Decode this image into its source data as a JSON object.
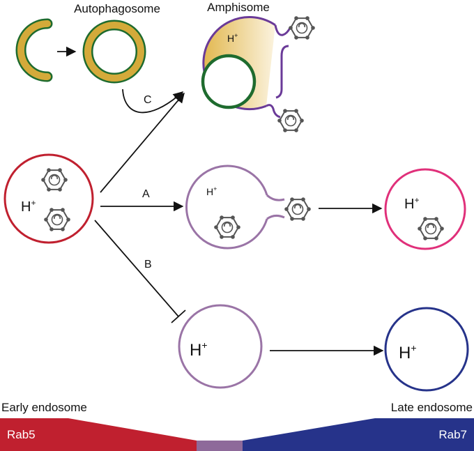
{
  "labels": {
    "autophagosome": "Autophagosome",
    "amphisome": "Amphisome",
    "path_a": "A",
    "path_b": "B",
    "path_c": "C",
    "proton": "H",
    "proton_charge": "+",
    "early_endosome": "Early endosome",
    "late_endosome": "Late endosome",
    "rab5": "Rab5",
    "rab7": "Rab7"
  },
  "colors": {
    "early_endosome": "#c0202f",
    "maturing_endosome": "#9a74a6",
    "late_endosome_magenta": "#e0307a",
    "late_endosome_navy": "#26338a",
    "autophagosome_ring": "#d4aa3a",
    "autophagosome_edge": "#1e6b2e",
    "amphisome_membrane": "#6a3a98",
    "amphisome_fill_start": "#e2b850",
    "amphisome_fill_end": "#fbf3df",
    "rab5_bar": "#c0202f",
    "rab7_bar": "#26338a",
    "transition_bar": "#8e6a9a",
    "cargo": "#555555"
  },
  "icons": [
    "cargo-hexagon-icon"
  ]
}
